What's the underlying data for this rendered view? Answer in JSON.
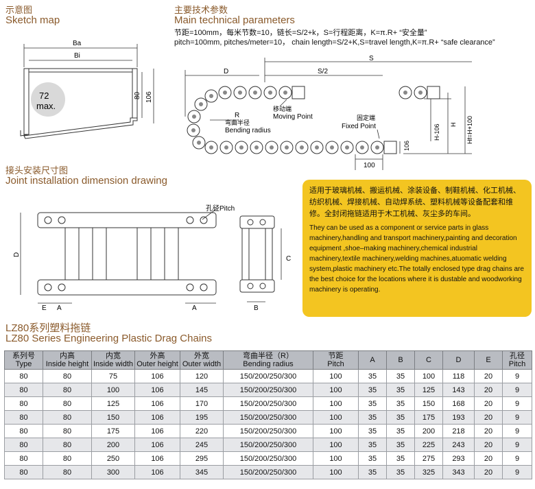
{
  "sketch": {
    "title_cn": "示意图",
    "title_en": "Sketch map",
    "labels": {
      "ba": "Ba",
      "bi": "Bi",
      "h80": "80",
      "h106": "106",
      "max_num": "72",
      "max_txt": "max."
    }
  },
  "params": {
    "title_cn": "主要技术参数",
    "title_en": "Main technical parameters",
    "line_cn": "节距=100mm，每米节数=10，链长=S/2+k，S=行程距离，K=π.R+ “安全量”",
    "line_en": "pitch=100mm, pitches/meter=10， chain length=S/2+K,S=travel length,K=π.R+  “safe clearance”",
    "labels": {
      "d": "D",
      "s": "S",
      "s2": "S/2",
      "r": "R",
      "r_cn": "弯曲半径",
      "r_en": "Bending radius",
      "moving_cn": "移动端",
      "moving_en": "Moving Point",
      "fixed_cn": "固定端",
      "fixed_en": "Fixed Point",
      "h106": "H-106",
      "h": "H",
      "hf": "Hf=H+100",
      "d106": "106",
      "d100": "100"
    }
  },
  "joint": {
    "title_cn": "接头安装尺寸图",
    "title_en": "Joint installation dimension drawing",
    "labels": {
      "pitch": "孔径Pitch",
      "d": "D",
      "c": "C",
      "e": "E",
      "a": "A",
      "a2": "A",
      "b": "B"
    }
  },
  "desc": {
    "cn": "适用于玻璃机械、搬运机械、涂装设备、制鞋机械、化工机械、纺织机械、焊接机械、自动焊系统、塑料机械等设备配套和维修。全封闭拖链适用于木工机械、灰尘多的车间。",
    "en": "They can be used as a component or service parts in glass machinery,handling and transport machinery,painting and decoration equipment ,shoe–making machinery,chemical industrial machinery,textile machinery,welding machines,atuomatic welding system,plastic machinery etc.The totally enclosed type drag chains are the best choice for the locations where it is dustable and woodworking machinery is operating."
  },
  "series": {
    "title_cn": "LZ80系列塑料拖链",
    "title_en": "LZ80 Series Engineering Plastic Drag Chains"
  },
  "table": {
    "headers": [
      {
        "cn": "系列号",
        "en": "Type"
      },
      {
        "cn": "内高",
        "en": "Inside height"
      },
      {
        "cn": "内宽",
        "en": "Inside width"
      },
      {
        "cn": "外高",
        "en": "Outer height"
      },
      {
        "cn": "外宽",
        "en": "Outer width"
      },
      {
        "cn": "弯曲半径（R）",
        "en": "Bending radius"
      },
      {
        "cn": "节距",
        "en": "Pitch"
      },
      {
        "cn": "",
        "en": "A"
      },
      {
        "cn": "",
        "en": "B"
      },
      {
        "cn": "",
        "en": "C"
      },
      {
        "cn": "",
        "en": "D"
      },
      {
        "cn": "",
        "en": "E"
      },
      {
        "cn": "孔径",
        "en": "Pitch"
      }
    ],
    "rows": [
      [
        "80",
        "80",
        "75",
        "106",
        "120",
        "150/200/250/300",
        "100",
        "35",
        "35",
        "100",
        "118",
        "20",
        "9"
      ],
      [
        "80",
        "80",
        "100",
        "106",
        "145",
        "150/200/250/300",
        "100",
        "35",
        "35",
        "125",
        "143",
        "20",
        "9"
      ],
      [
        "80",
        "80",
        "125",
        "106",
        "170",
        "150/200/250/300",
        "100",
        "35",
        "35",
        "150",
        "168",
        "20",
        "9"
      ],
      [
        "80",
        "80",
        "150",
        "106",
        "195",
        "150/200/250/300",
        "100",
        "35",
        "35",
        "175",
        "193",
        "20",
        "9"
      ],
      [
        "80",
        "80",
        "175",
        "106",
        "220",
        "150/200/250/300",
        "100",
        "35",
        "35",
        "200",
        "218",
        "20",
        "9"
      ],
      [
        "80",
        "80",
        "200",
        "106",
        "245",
        "150/200/250/300",
        "100",
        "35",
        "35",
        "225",
        "243",
        "20",
        "9"
      ],
      [
        "80",
        "80",
        "250",
        "106",
        "295",
        "150/200/250/300",
        "100",
        "35",
        "35",
        "275",
        "293",
        "20",
        "9"
      ],
      [
        "80",
        "80",
        "300",
        "106",
        "345",
        "150/200/250/300",
        "100",
        "35",
        "35",
        "325",
        "343",
        "20",
        "9"
      ]
    ]
  },
  "colors": {
    "heading": "#8a5a2b",
    "panel": "#f3c521",
    "header_bg": "#b9bcc2",
    "alt_row": "#e6e7ea"
  }
}
